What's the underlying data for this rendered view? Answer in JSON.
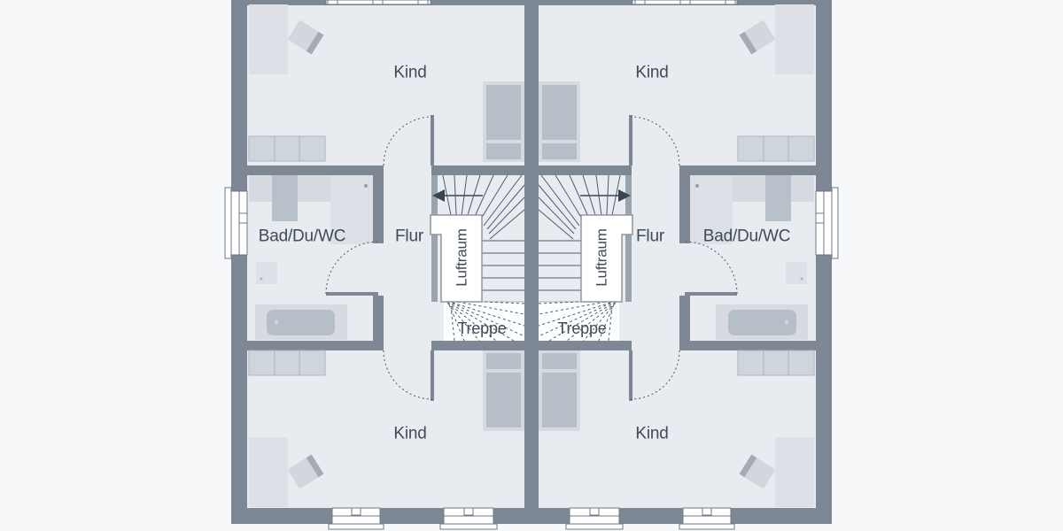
{
  "plan": {
    "type": "floor-plan",
    "background": "#f7f8fa",
    "colors": {
      "wall": "#7e8894",
      "floor": "#e8ebf0",
      "furniture_light": "#d6dbe1",
      "furniture_mid": "#cfd5dc",
      "furniture_dark": "#b6bec8",
      "railing": "#9aa4af",
      "stair_line": "#525d6a",
      "label_text": "#3f4b57",
      "window_white": "#ffffff"
    },
    "units": {
      "left": {
        "child_room_top": "Kind",
        "bathroom": "Bad/Du/WC",
        "hallway": "Flur",
        "air_space": "Luftraum",
        "staircase": "Treppe",
        "child_room_bottom": "Kind"
      },
      "right": {
        "child_room_top": "Kind",
        "bathroom": "Bad/Du/WC",
        "hallway": "Flur",
        "air_space": "Luftraum",
        "staircase": "Treppe",
        "child_room_bottom": "Kind"
      }
    }
  }
}
